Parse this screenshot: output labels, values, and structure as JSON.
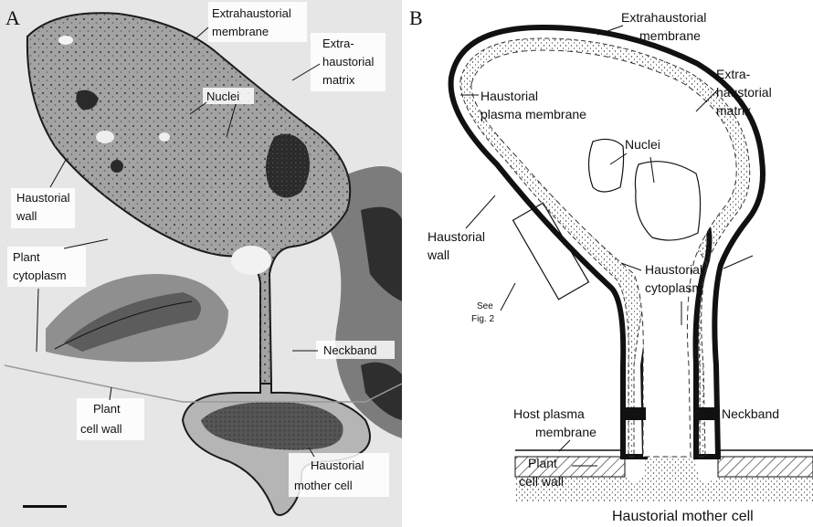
{
  "panel_a": {
    "letter": "A",
    "labels": {
      "extrahaustorial_membrane": [
        "Extrahaustorial",
        "membrane"
      ],
      "extrahaustorial_matrix": [
        "Extra-",
        "haustorial",
        "matrix"
      ],
      "nuclei": "Nuclei",
      "haustorial_wall": [
        "Haustorial",
        "wall"
      ],
      "plant_cytoplasm": [
        "Plant",
        "cytoplasm"
      ],
      "neckband": "Neckband",
      "plant_cell_wall": [
        "Plant",
        "cell wall"
      ],
      "haustorial_mother_cell": [
        "Haustorial",
        "mother cell"
      ]
    }
  },
  "panel_b": {
    "letter": "B",
    "labels": {
      "extrahaustorial_membrane": [
        "Extrahaustorial",
        "membrane"
      ],
      "extrahaustorial_matrix": [
        "Extra-",
        "haustorial",
        "matrix"
      ],
      "haustorial_plasma_membrane": [
        "Haustorial",
        "plasma membrane"
      ],
      "nuclei": "Nuclei",
      "haustorial_wall": [
        "Haustorial",
        "wall"
      ],
      "haustorial_cytoplasm": [
        "Haustorial",
        "cytoplasm"
      ],
      "see_fig": [
        "See",
        "Fig. 2"
      ],
      "neckband": "Neckband",
      "host_plasma_membrane": [
        "Host plasma",
        "membrane"
      ],
      "plant_cell_wall": [
        "Plant",
        "cell wall"
      ],
      "haustorial_mother_cell": "Haustorial mother cell"
    }
  },
  "colors": {
    "micrograph_bg": "#e6e6e6",
    "cytoplasm_fill": "#9d9d9d",
    "dark": "#1a1a1a"
  }
}
